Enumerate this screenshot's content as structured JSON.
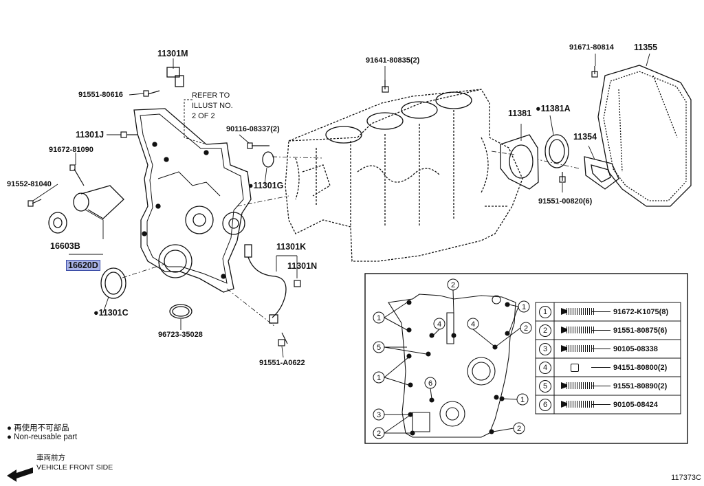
{
  "diagram_id": "117373C",
  "part_labels": {
    "p11301M": "11301M",
    "p91551_80616": "91551-80616",
    "refer_line1": "REFER TO",
    "refer_line2": "ILLUST NO.",
    "refer_line3": "2 OF 2",
    "p11301J": "11301J",
    "p91672_81090": "91672-81090",
    "p91552_81040": "91552-81040",
    "p16603B": "16603B",
    "p16620D": "16620D",
    "p11301C": "11301C",
    "p96723_35028": "96723-35028",
    "p90116_08337": "90116-08337(2)",
    "p11301G": "11301G",
    "p91641_80835": "91641-80835(2)",
    "p11301K": "11301K",
    "p11301N": "11301N",
    "p91551_A0622": "91551-A0622",
    "p11381": "11381",
    "p11381A": "11381A",
    "p11354": "11354",
    "p91551_00820": "91551-00820(6)",
    "p91671_80814": "91671-80814",
    "p11355": "11355"
  },
  "highlighted_part": "16620D",
  "bolt_table": [
    {
      "num": "1",
      "part": "91672-K1075(8)"
    },
    {
      "num": "2",
      "part": "91551-80875(6)"
    },
    {
      "num": "3",
      "part": "90105-08338"
    },
    {
      "num": "4",
      "part": "94151-80800(2)"
    },
    {
      "num": "5",
      "part": "91551-80890(2)"
    },
    {
      "num": "6",
      "part": "90105-08424"
    }
  ],
  "legend": {
    "nonreusable_jp": "再使用不可部品",
    "nonreusable_en": "Non-reusable part",
    "front_jp": "車両前方",
    "front_en": "VEHICLE FRONT SIDE",
    "bullet": "●"
  }
}
